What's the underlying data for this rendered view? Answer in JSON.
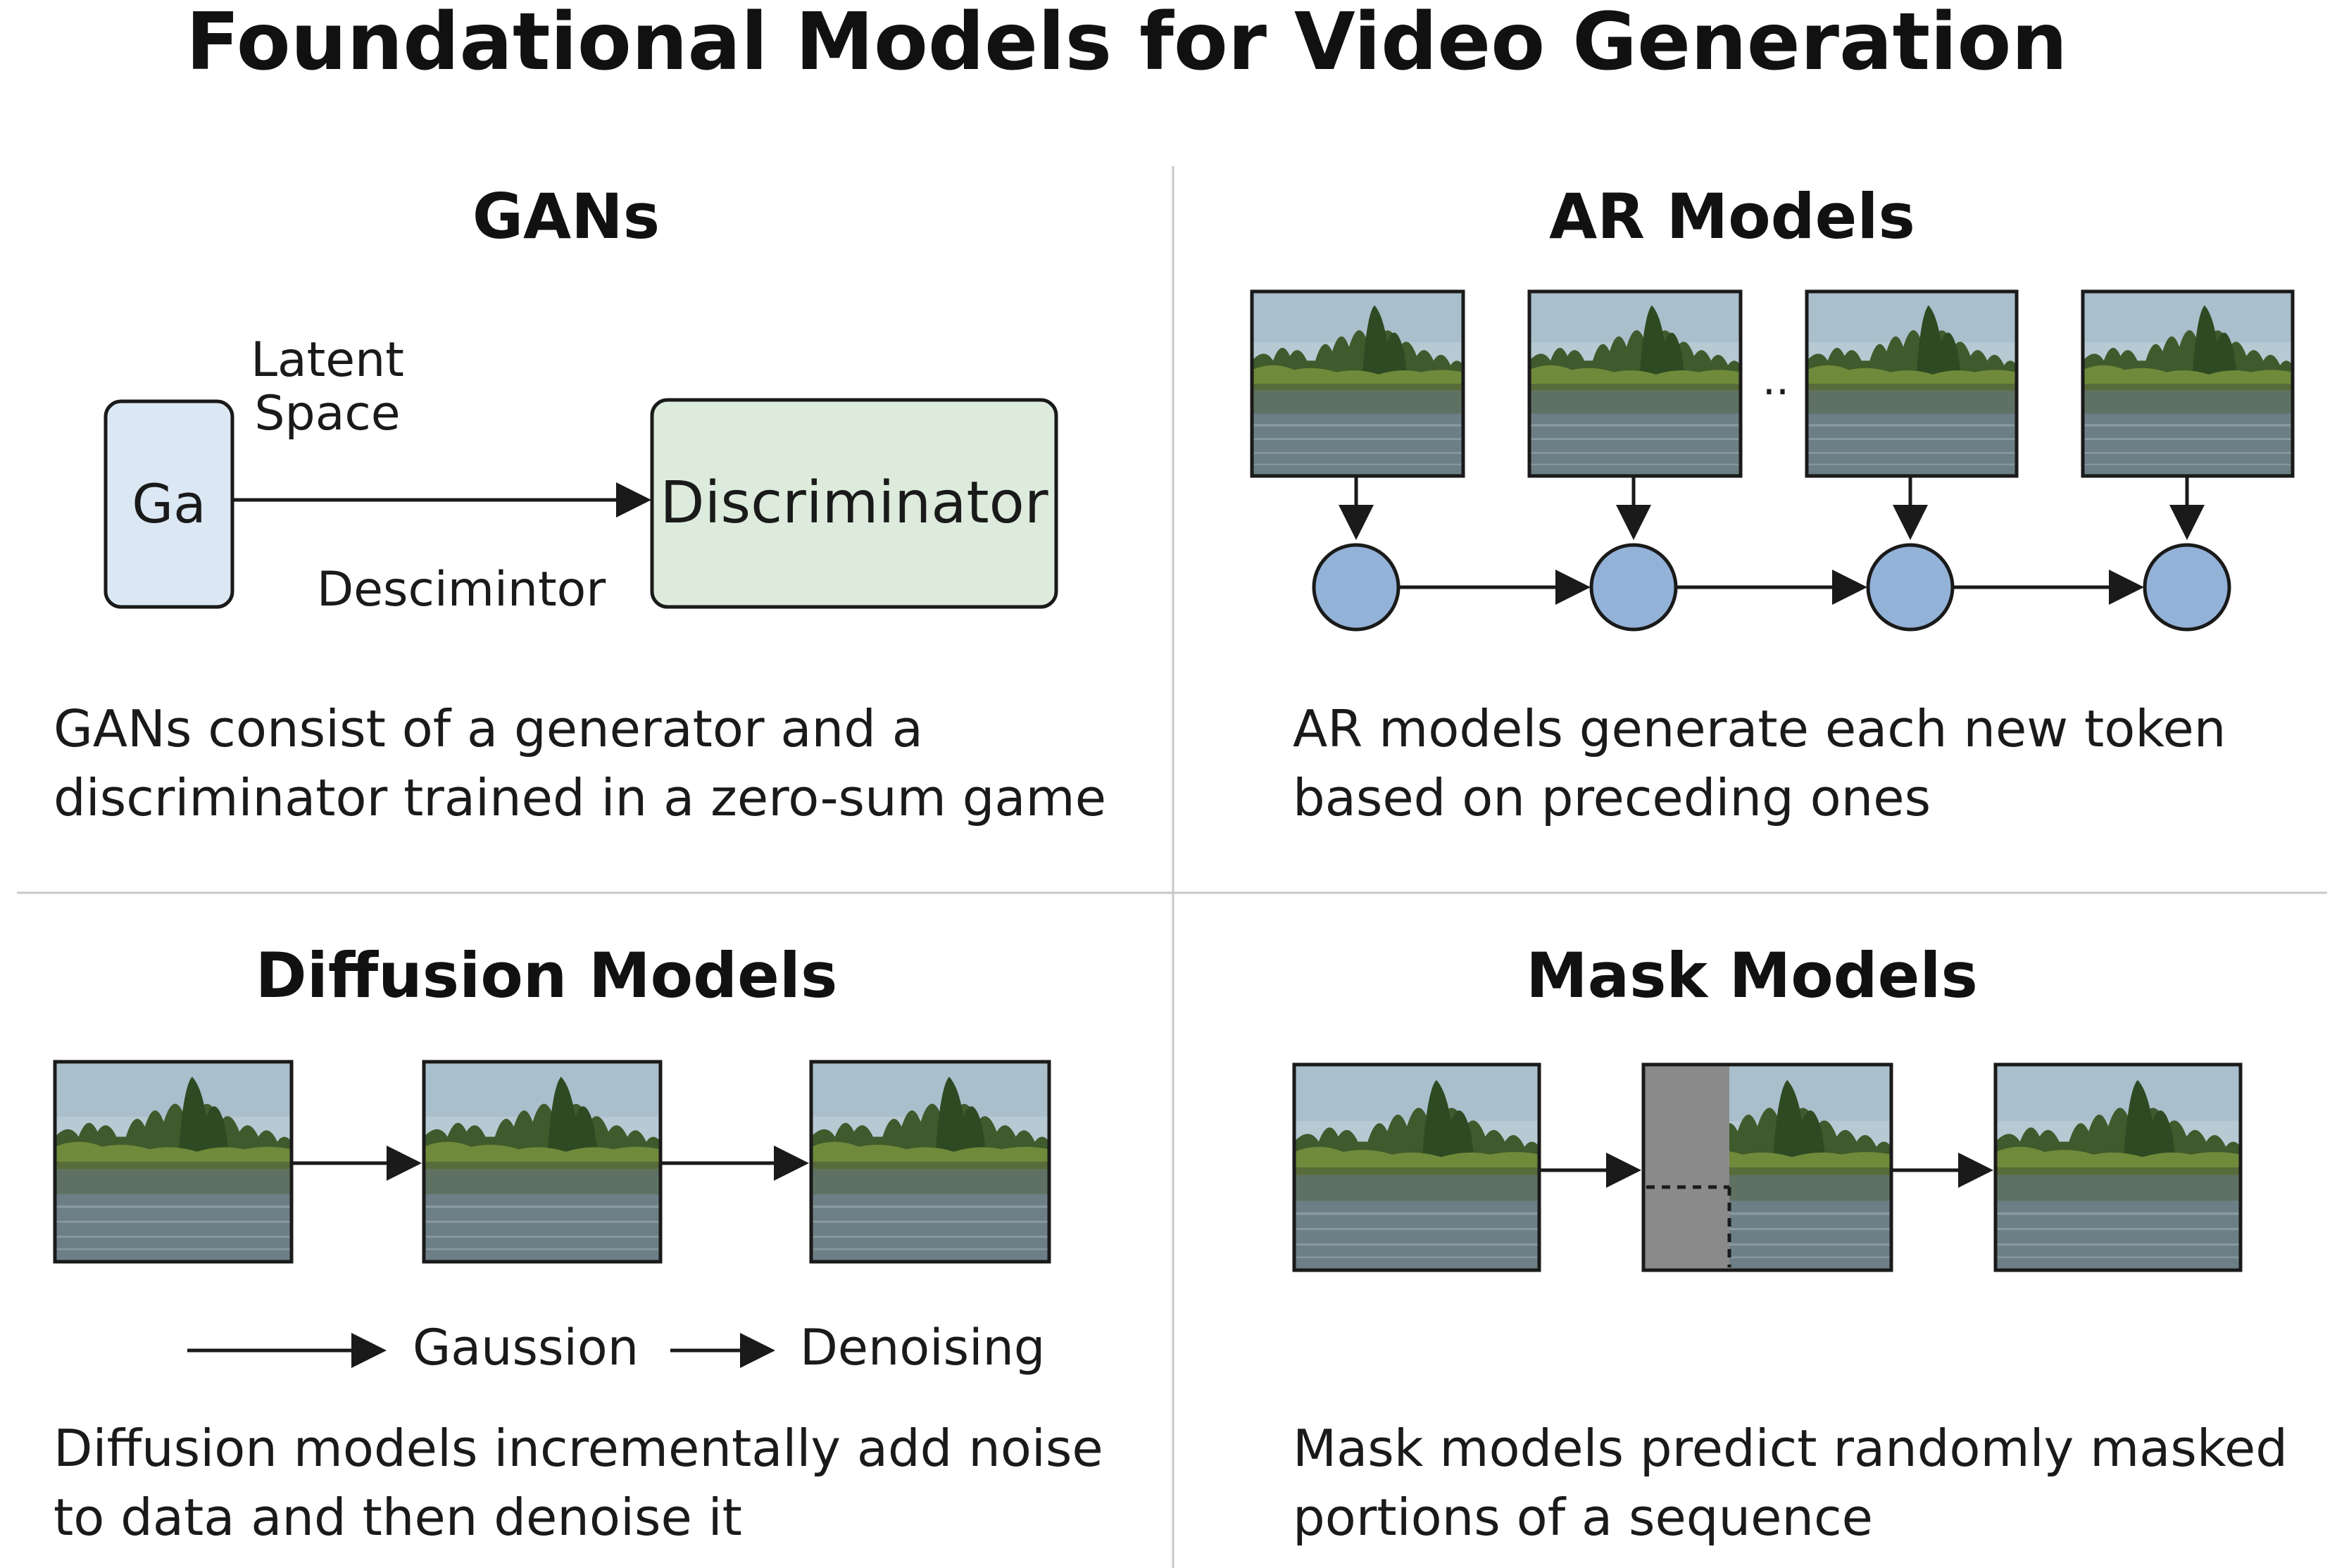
{
  "title": "Foundational Models for Video Generation",
  "colors": {
    "generator_fill": "#dbe8f4",
    "discriminator_fill": "#dcebdc",
    "token_node": "#93b2d8",
    "mask_fill": "#8a8a8a",
    "divider": "#c8c8c8",
    "stroke": "#1a1a1a"
  },
  "gans": {
    "heading": "GANs",
    "generator_label": "Ga",
    "latent_label_line1": "Latent",
    "latent_label_line2": "Space",
    "discriminator_label": "Discriminator",
    "arrow_label": "Descimintor",
    "caption_line1": "GANs consist of a generator and a",
    "caption_line2": "discriminator trained in a zero-sum game"
  },
  "ar": {
    "heading": "AR Models",
    "ellipsis": "..",
    "caption_line1": "AR models generate each new token",
    "caption_line2": "based on preceding ones"
  },
  "diffusion": {
    "heading": "Diffusion Models",
    "legend_gaussian": "Gaussion",
    "legend_denoising": "Denoising",
    "caption_line1": "Diffusion models incrementally add noise",
    "caption_line2": "to data and then denoise it"
  },
  "mask": {
    "heading": "Mask Models",
    "caption_line1": "Mask models predict randomly masked",
    "caption_line2": "portions of a sequence"
  }
}
